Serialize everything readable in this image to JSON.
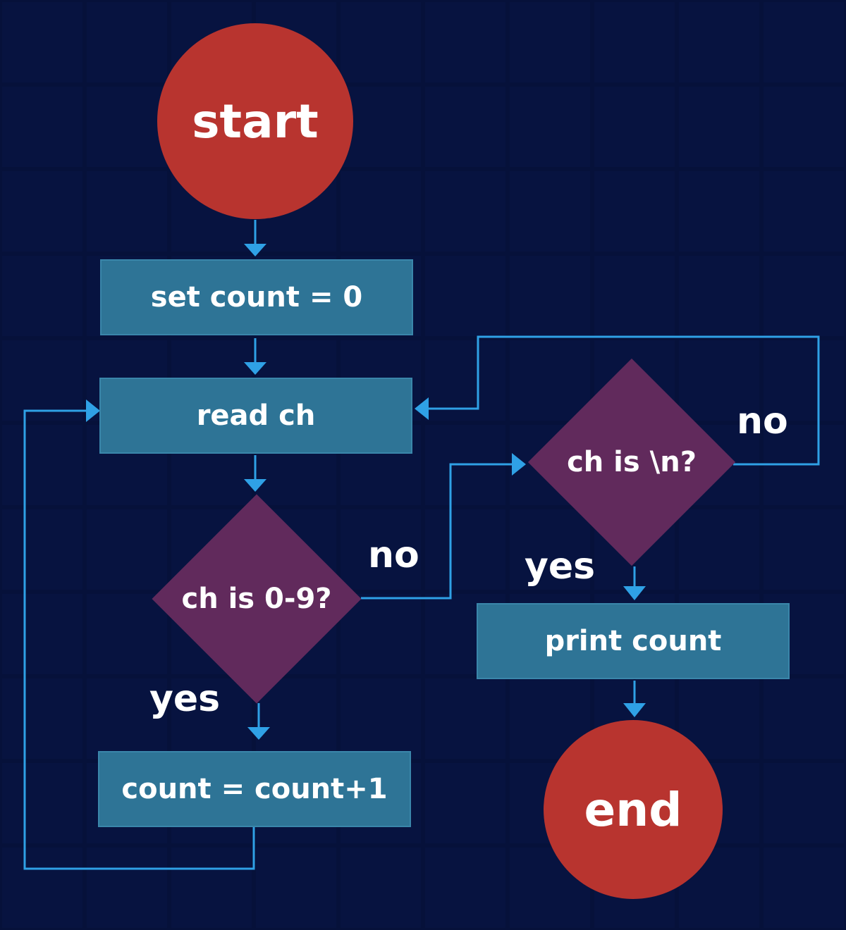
{
  "colors": {
    "background": "#06113a",
    "terminal_fill": "#b8342f",
    "process_fill": "#2e7496",
    "decision_fill": "#612a5c",
    "connector": "#2fa1e6",
    "text": "#ffffff"
  },
  "nodes": {
    "start": {
      "label": "start"
    },
    "set_count": {
      "label": "set count = 0"
    },
    "read_ch": {
      "label": "read ch"
    },
    "is_digit": {
      "label": "ch is 0-9?"
    },
    "increment": {
      "label": "count = count+1"
    },
    "is_newline": {
      "label": "ch is \\n?"
    },
    "print_count": {
      "label": "print count"
    },
    "end": {
      "label": "end"
    }
  },
  "branches": {
    "is_digit_no": "no",
    "is_digit_yes": "yes",
    "is_newline_no": "no",
    "is_newline_yes": "yes"
  }
}
